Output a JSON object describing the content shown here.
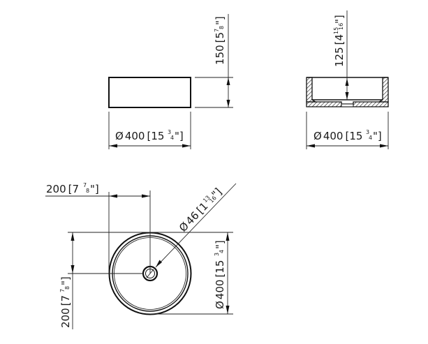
{
  "drawing": {
    "views": {
      "side": {
        "width_dim": {
          "symbol": "Ø",
          "mm": "400",
          "inch_whole": "15",
          "inch_num": "3",
          "inch_den": "4"
        },
        "height_dim": {
          "mm": "150",
          "inch_whole": "5",
          "inch_num": "7",
          "inch_den": "8"
        }
      },
      "section": {
        "width_dim": {
          "symbol": "Ø",
          "mm": "400",
          "inch_whole": "15",
          "inch_num": "3",
          "inch_den": "4"
        },
        "depth_dim": {
          "mm": "125",
          "inch_whole": "4",
          "inch_num": "15",
          "inch_den": "16"
        }
      },
      "top": {
        "offset_x_dim": {
          "mm": "200",
          "inch_whole": "7",
          "inch_num": "7",
          "inch_den": "8"
        },
        "offset_y_dim": {
          "mm": "200",
          "inch_whole": "7",
          "inch_num": "7",
          "inch_den": "8"
        },
        "drain_dim": {
          "symbol": "Ø",
          "mm": "46",
          "inch_whole": "1",
          "inch_num": "13",
          "inch_den": "16"
        },
        "diameter_dim": {
          "symbol": "Ø",
          "mm": "400",
          "inch_whole": "15",
          "inch_num": "3",
          "inch_den": "4"
        }
      }
    },
    "colors": {
      "line": "#111111",
      "background": "#ffffff"
    }
  }
}
